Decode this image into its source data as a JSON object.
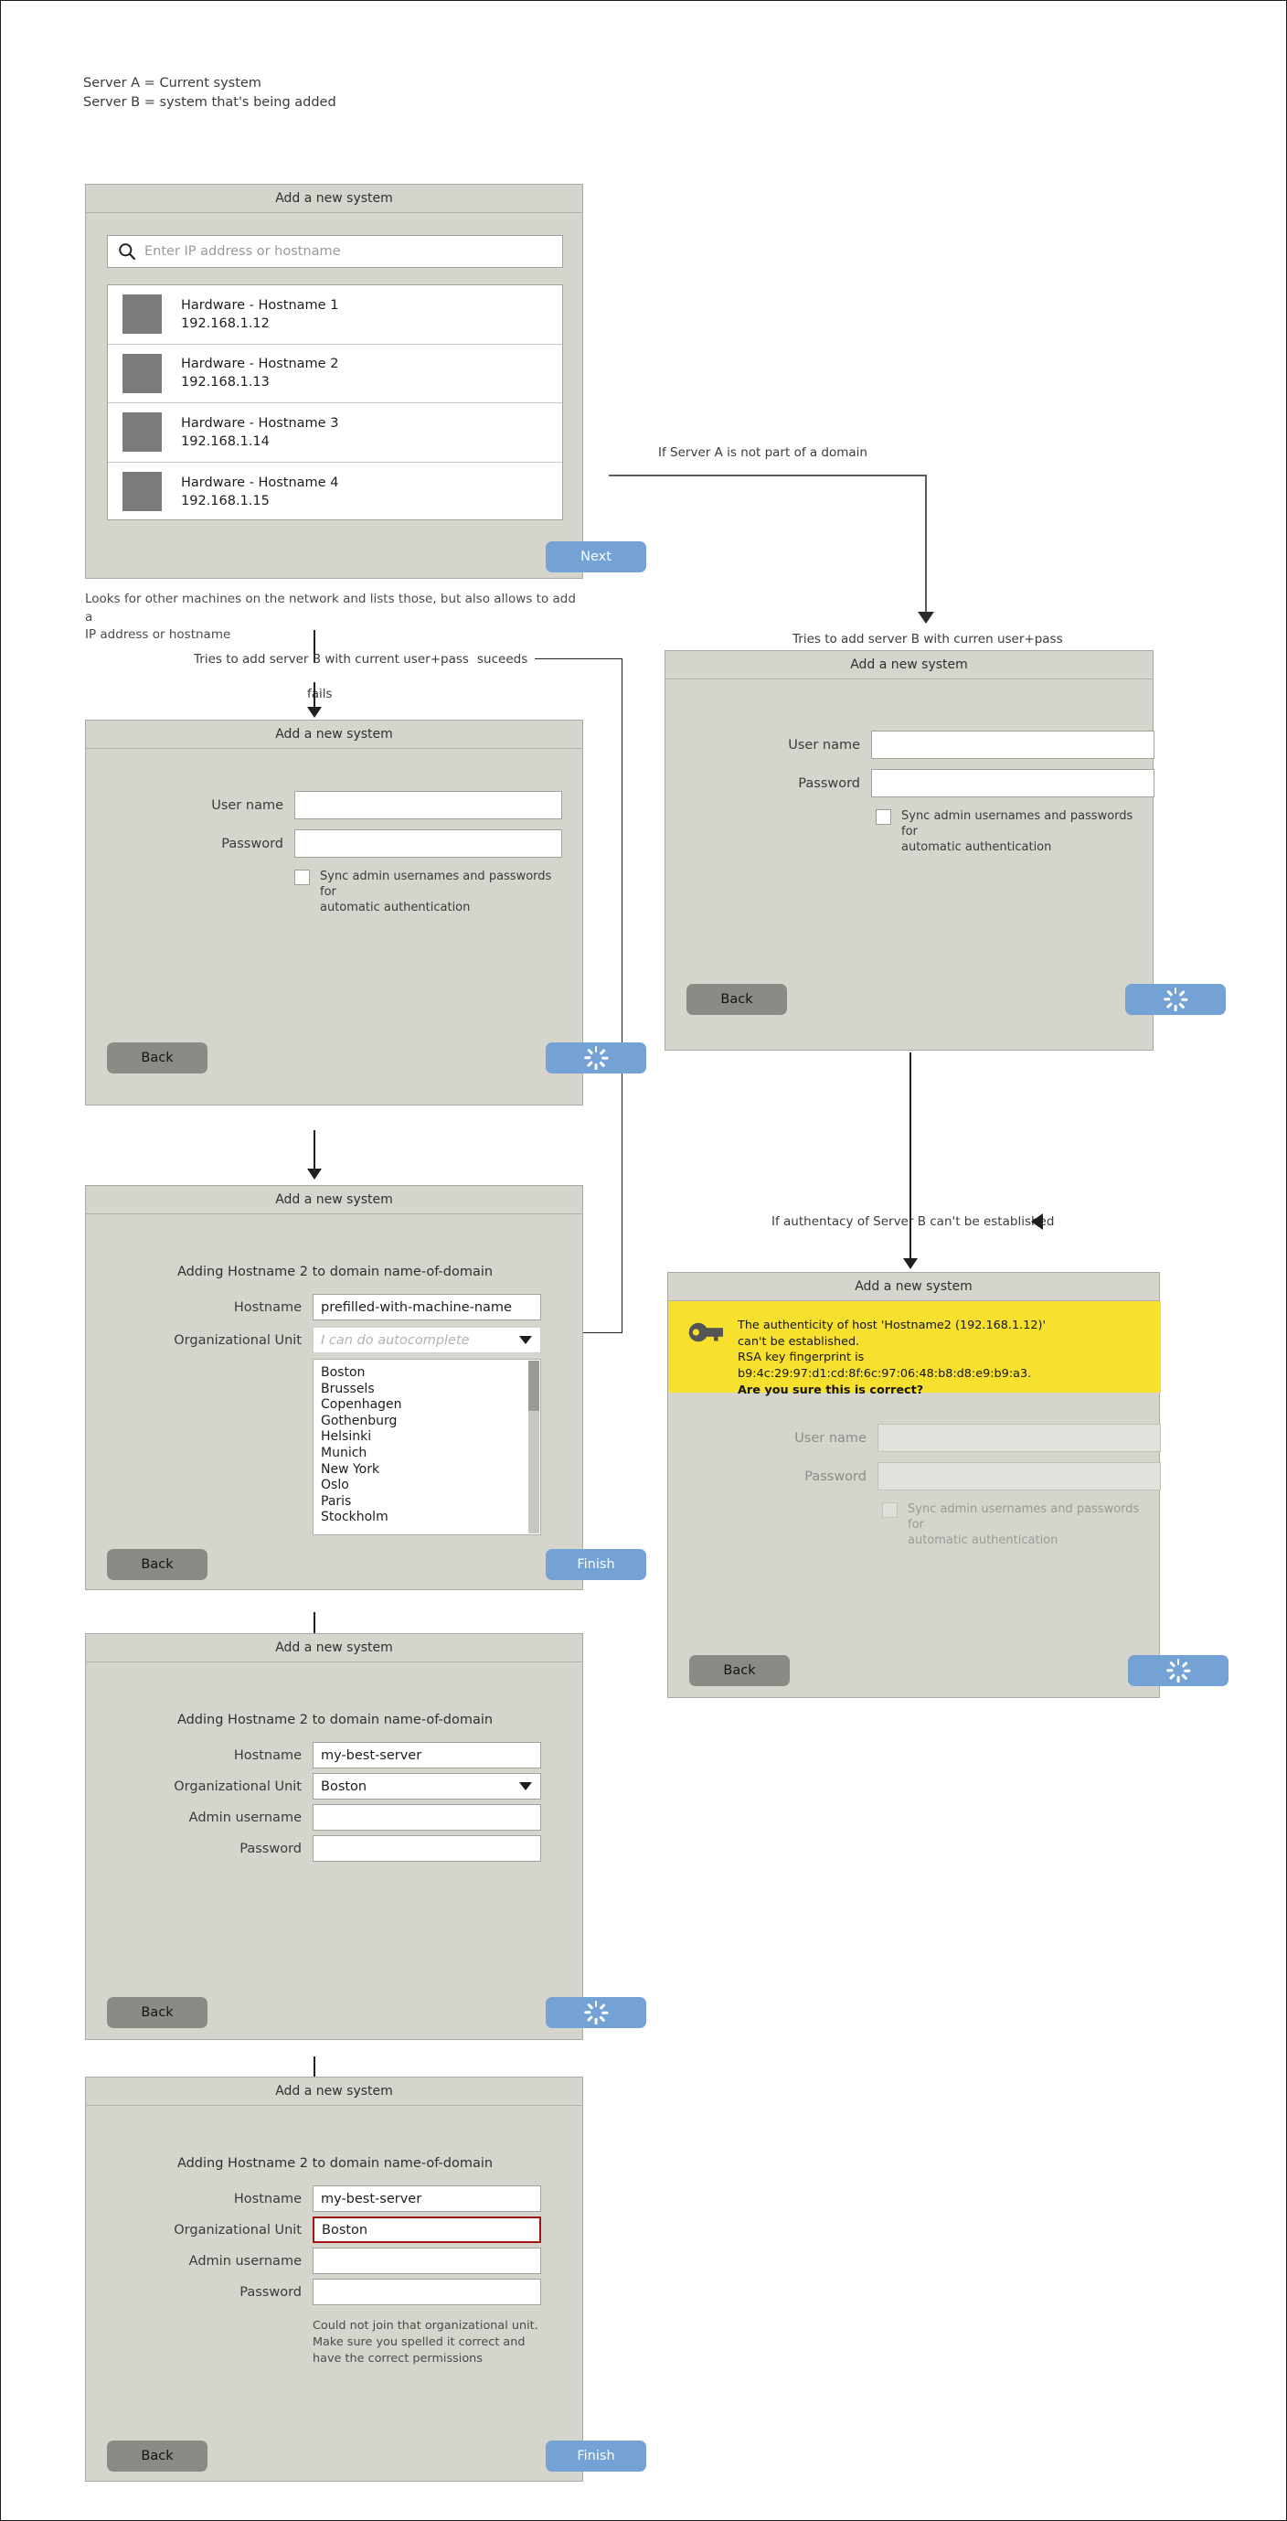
{
  "legend": "Server A = Current system\nServer B = system that's being added",
  "dialog_title": "Add a new system",
  "discover": {
    "search_placeholder": "Enter IP address or hostname",
    "search_icon": "search-icon",
    "hosts": [
      {
        "name": "Hardware - Hostname 1",
        "ip": "192.168.1.12"
      },
      {
        "name": "Hardware - Hostname 2",
        "ip": "192.168.1.13"
      },
      {
        "name": "Hardware - Hostname 3",
        "ip": "192.168.1.14"
      },
      {
        "name": "Hardware - Hostname 4",
        "ip": "192.168.1.15"
      }
    ],
    "next_label": "Next",
    "caption": "Looks for other machines on the network and lists those, but also allows to add a\nIP address or hostname"
  },
  "flow": {
    "not_domain": "If Server A is not part of a domain",
    "tries_left": "Tries to add server B with current user+pass",
    "tries_right": "Tries to add server B with curren user+pass",
    "succeeds": "suceeds",
    "fails": "fails",
    "authenticity": "If authentacy of Server B can't be established"
  },
  "credentials": {
    "username_label": "User name",
    "password_label": "Password",
    "username_value": "",
    "password_value": "",
    "sync_checkbox": "Sync admin usernames and passwords for\nautomatic authentication",
    "back_label": "Back",
    "submit_icon": "spinner-icon"
  },
  "hostkey": {
    "key_icon": "key-icon",
    "line1": "The authenticity of host 'Hostname2 (192.168.1.12)'",
    "line2": "can't be established.",
    "line3": "RSA key fingerprint is b9:4c:29:97:d1:cd:8f:6c:97:06:48:b8:d8:e9:b9:a3.",
    "line4": "Are you sure this is correct?",
    "username_label": "User name",
    "password_label": "Password",
    "sync_checkbox": "Sync admin usernames and passwords for\nautomatic authentication",
    "back_label": "Back",
    "submit_icon": "spinner-icon"
  },
  "join_autocomplete": {
    "heading": "Adding Hostname 2 to domain name-of-domain",
    "hostname_label": "Hostname",
    "hostname_value": "prefilled-with-machine-name",
    "ou_label": "Organizational Unit",
    "ou_placeholder": "I can do autocomplete",
    "ou_options": [
      "Boston",
      "Brussels",
      "Copenhagen",
      "Gothenburg",
      "Helsinki",
      "Munich",
      "New York",
      "Oslo",
      "Paris",
      "Stockholm"
    ],
    "back_label": "Back",
    "finish_label": "Finish"
  },
  "join_filled": {
    "heading": "Adding Hostname 2 to domain name-of-domain",
    "hostname_label": "Hostname",
    "hostname_value": "my-best-server",
    "ou_label": "Organizational Unit",
    "ou_value": "Boston",
    "admin_label": "Admin username",
    "admin_value": "",
    "password_label": "Password",
    "password_value": "",
    "back_label": "Back",
    "submit_icon": "spinner-icon"
  },
  "join_error": {
    "heading": "Adding Hostname 2 to domain name-of-domain",
    "hostname_label": "Hostname",
    "hostname_value": "my-best-server",
    "ou_label": "Organizational Unit",
    "ou_value": "Boston",
    "admin_label": "Admin username",
    "admin_value": "",
    "password_label": "Password",
    "password_value": "",
    "error_text": "Could not join that organizational unit.\nMake sure you spelled it correct and\nhave the correct permissions",
    "back_label": "Back",
    "finish_label": "Finish"
  },
  "colors": {
    "dialog_bg": "#d5d5cd",
    "primary": "#74a2d4",
    "back": "#8b8b85",
    "warning": "#f7e12e",
    "error_border": "#a31515"
  }
}
